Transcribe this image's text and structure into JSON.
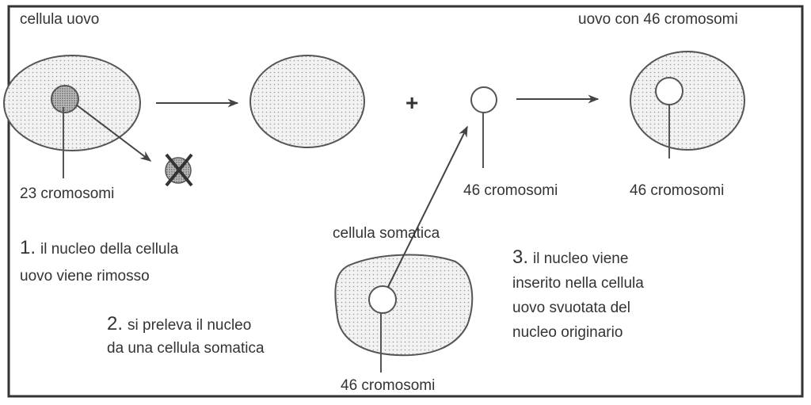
{
  "labels": {
    "egg_cell": "cellula uovo",
    "egg_46": "uovo con 46 cromosomi",
    "chrom_23": "23 cromosomi",
    "chrom_46_nucleus": "46 cromosomi",
    "chrom_46_final": "46 cromosomi",
    "chrom_46_somatic": "46 cromosomi",
    "somatic_cell": "cellula somatica",
    "plus": "+"
  },
  "steps": [
    {
      "num": "1.",
      "lines": [
        "il nucleo della cellula",
        "uovo viene rimosso"
      ]
    },
    {
      "num": "2.",
      "lines": [
        "si preleva il nucleo",
        "da una cellula somatica"
      ]
    },
    {
      "num": "3.",
      "lines": [
        "il nucleo viene",
        "inserito nella cellula",
        "uovo svuotata del",
        "nucleo originario"
      ]
    }
  ],
  "colors": {
    "stroke": "#444444",
    "fill": "#e6e6e6",
    "nucleus": "#9a9a9a"
  }
}
